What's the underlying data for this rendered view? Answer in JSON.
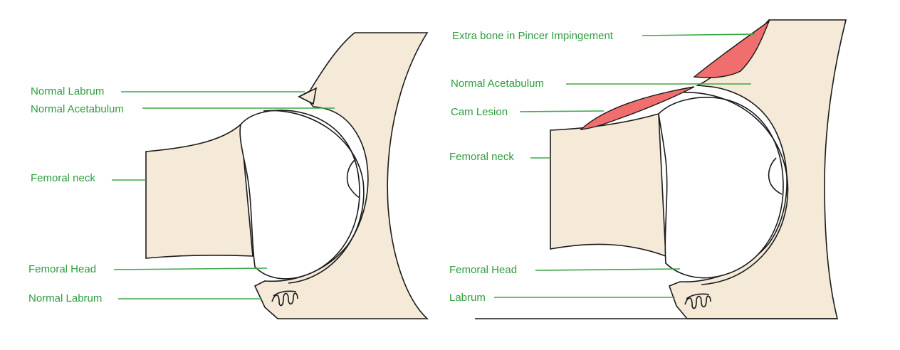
{
  "colors": {
    "label": "#2e9e3e",
    "leader": "#3aa845",
    "bone": "#f5ead8",
    "outline": "#1a1a1a",
    "lesion": "#f06e6e"
  },
  "left_panel": {
    "labels": {
      "normal_labrum_top": "Normal Labrum",
      "normal_acetabulum": "Normal Acetabulum",
      "femoral_neck": "Femoral neck",
      "femoral_head": "Femoral Head",
      "normal_labrum_bottom": "Normal Labrum"
    }
  },
  "right_panel": {
    "labels": {
      "extra_bone": "Extra bone in Pincer Impingement",
      "normal_acetabulum": "Normal Acetabulum",
      "cam_lesion": "Cam Lesion",
      "femoral_neck": "Femoral neck",
      "femoral_head": "Femoral Head",
      "labrum": "Labrum"
    }
  }
}
